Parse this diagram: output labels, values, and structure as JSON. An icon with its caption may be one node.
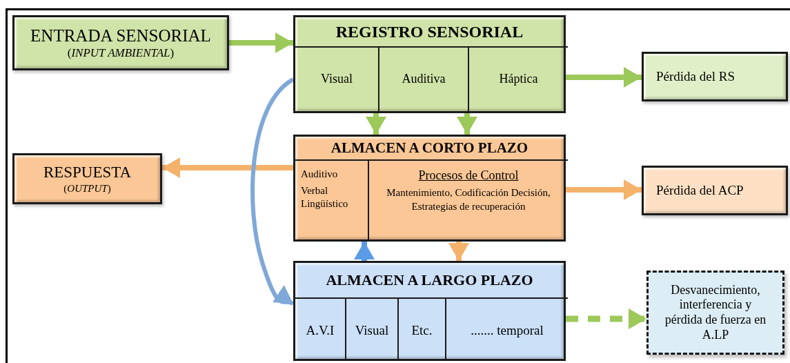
{
  "diagram": {
    "nodes": [
      {
        "text": [
          "ENTRADA SENSORIAL",
          "(*INPUT AMBIENTAL*)"
        ]
      },
      {
        "text": [
          "REGISTRO SENSORIAL"
        ]
      },
      {
        "text": [
          "Visual"
        ],
        "in": 1
      },
      {
        "text": [
          "Auditiva"
        ],
        "in": 1
      },
      {
        "text": [
          "Háptica"
        ],
        "in": 1
      },
      {
        "text": [
          "Pérdida del RS"
        ]
      },
      {
        "text": [
          "RESPUESTA",
          "(*OUTPUT*)"
        ]
      },
      {
        "text": [
          "ALMACEN A CORTO PLAZO"
        ]
      },
      {
        "text": [
          "Auditivo",
          "Verbal Lingüístico"
        ],
        "in": 7
      },
      {
        "text": [
          "Procesos de Control",
          "Mantenimiento, Codificación Decisión, Estrategias de recuperación"
        ],
        "in": 7
      },
      {
        "text": [
          "Pérdida del ACP"
        ]
      },
      {
        "text": [
          "ALMACEN A LARGO PLAZO"
        ]
      },
      {
        "text": [
          "A.V.I"
        ],
        "in": 11
      },
      {
        "text": [
          "Visual"
        ],
        "in": 11
      },
      {
        "text": [
          "Etc."
        ],
        "in": 11
      },
      {
        "text": [
          "....... temporal"
        ],
        "in": 11
      },
      {
        "text": [
          "Desvanecimiento, interferencia y pérdida de fuerza en A.LP"
        ]
      }
    ],
    "edges": [
      {
        "from": 0,
        "to": 1,
        "arrow": "to"
      },
      {
        "from": 1,
        "to": 7,
        "arrow": "to"
      },
      {
        "from": 1,
        "to": 7,
        "arrow": "to"
      },
      {
        "from": 1,
        "to": 5,
        "arrow": "to"
      },
      {
        "from": 7,
        "to": 6,
        "arrow": "to",
        "color": "#f5b26b"
      },
      {
        "from": 7,
        "to": 10,
        "arrow": "to",
        "color": "#f5b26b"
      },
      {
        "from": 11,
        "to": 7,
        "arrow": "to",
        "color": "#5b9be6"
      },
      {
        "from": 7,
        "to": 11,
        "arrow": "to",
        "color": "#f5b26b"
      },
      {
        "from": 1,
        "to": 11,
        "arrow": "to",
        "color": "#7fa8d8"
      },
      {
        "from": 11,
        "to": 16,
        "arrow": "to",
        "style": "dashed"
      }
    ]
  }
}
